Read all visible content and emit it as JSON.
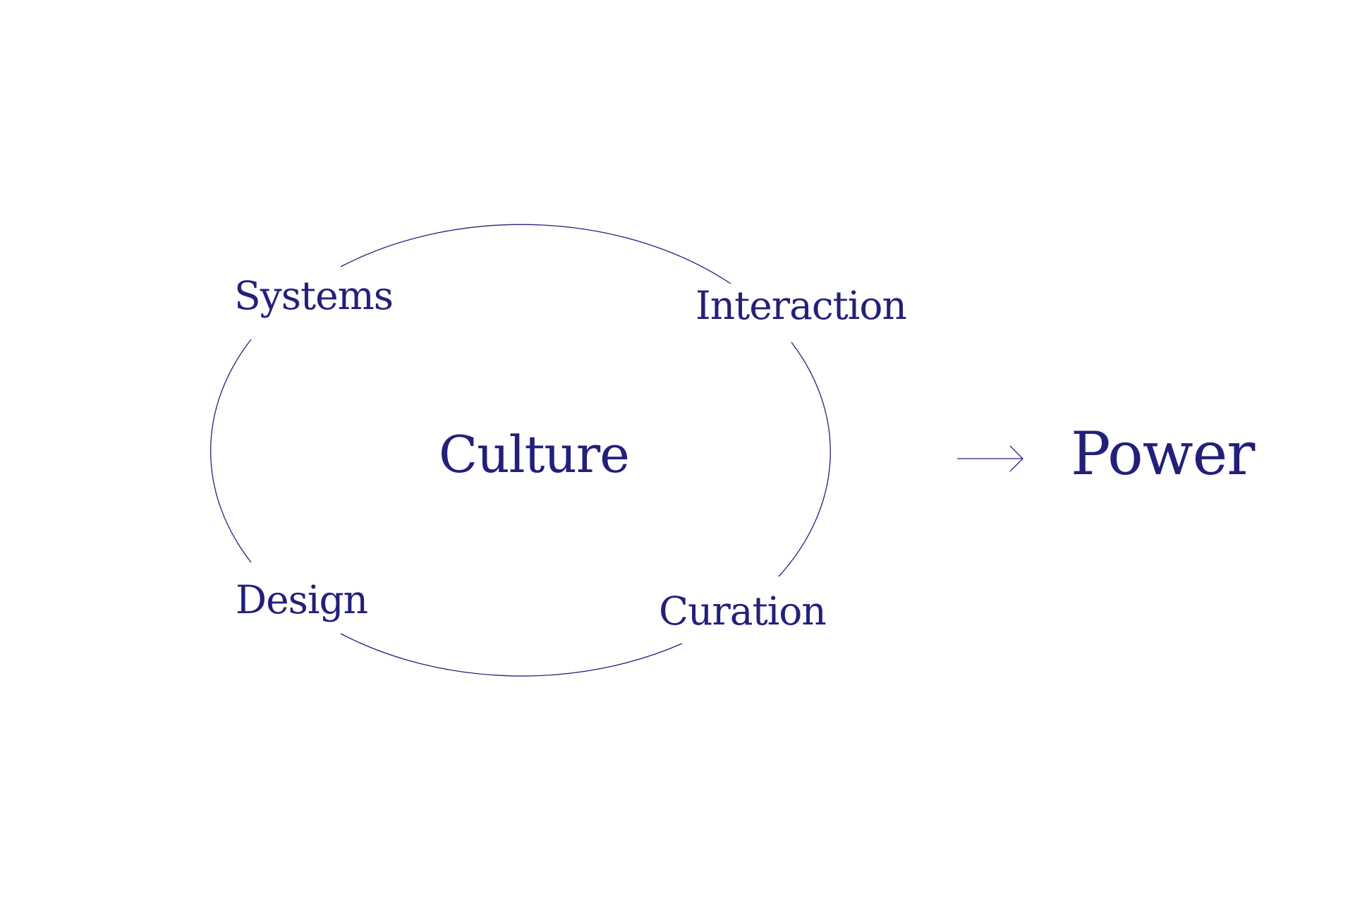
{
  "colors": {
    "ink": "#23207a",
    "background": "#ffffff"
  },
  "diagram": {
    "center_label": "Culture",
    "cycle_labels": {
      "systems": "Systems",
      "interaction": "Interaction",
      "curation": "Curation",
      "design": "Design"
    },
    "outcome_label": "Power",
    "connector_icon": "right-arrow-icon"
  }
}
